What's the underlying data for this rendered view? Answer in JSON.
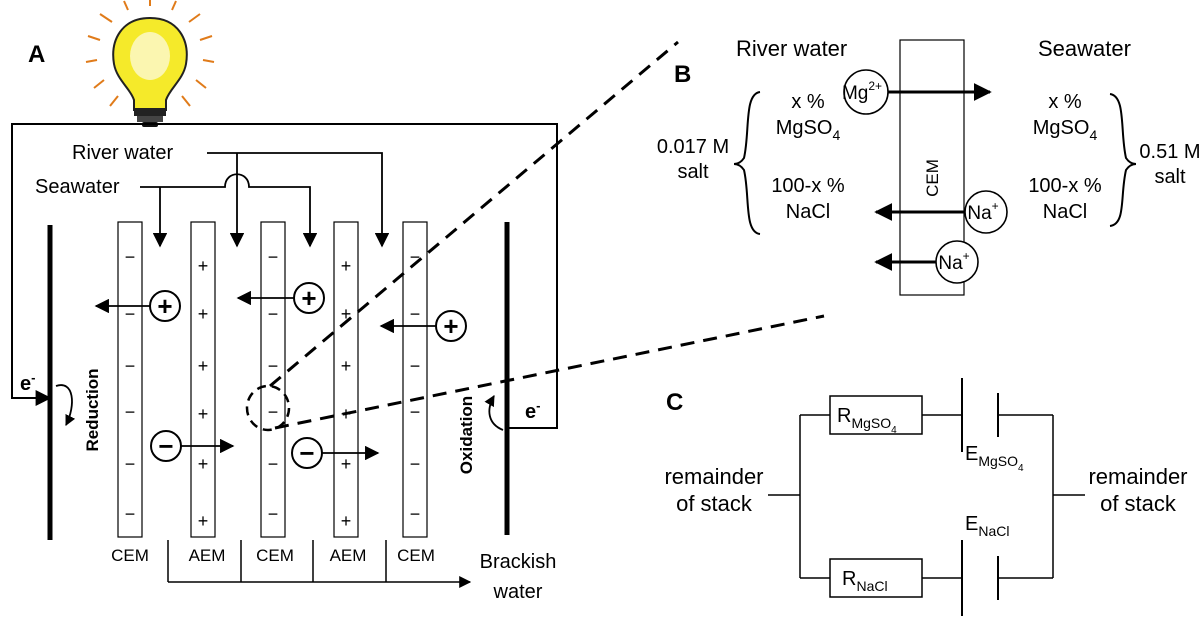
{
  "panels": {
    "a": "A",
    "b": "B",
    "c": "C"
  },
  "panel_a": {
    "river_water": "River water",
    "seawater": "Seawater",
    "membranes": [
      "CEM",
      "AEM",
      "CEM",
      "AEM",
      "CEM"
    ],
    "brackish_line1": "Brackish",
    "brackish_line2": "water",
    "reduction": "Reduction",
    "oxidation": "Oxidation",
    "electron": "e",
    "electron_sup": "-",
    "cation_symbol": "+",
    "anion_symbol": "−",
    "cem_sign": "−",
    "aem_sign": "+"
  },
  "panel_b": {
    "river_water": "River water",
    "seawater": "Seawater",
    "membrane": "CEM",
    "left_conc": "0.017 M",
    "left_salt": "salt",
    "right_conc": "0.51 M",
    "right_salt": "salt",
    "x_percent": "x %",
    "mgso4_base": "MgSO",
    "mgso4_sub": "4",
    "rest_percent": "100-x %",
    "nacl": "NaCl",
    "mg_base": "Mg",
    "mg_sup": "2+",
    "na_base": "Na",
    "na_sup": "+"
  },
  "panel_c": {
    "remainder_left_1": "remainder",
    "remainder_left_2": "of stack",
    "remainder_right_1": "remainder",
    "remainder_right_2": "of stack",
    "r_base": "R",
    "e_base": "E",
    "mgso4_sub_base": "MgSO",
    "mgso4_sub_sub": "4",
    "nacl_sub": "NaCl"
  },
  "colors": {
    "bulb": "#f5ea2a",
    "bulb_center": "#fbf6b0",
    "rays": "#e07b1a",
    "ink": "#000000"
  }
}
